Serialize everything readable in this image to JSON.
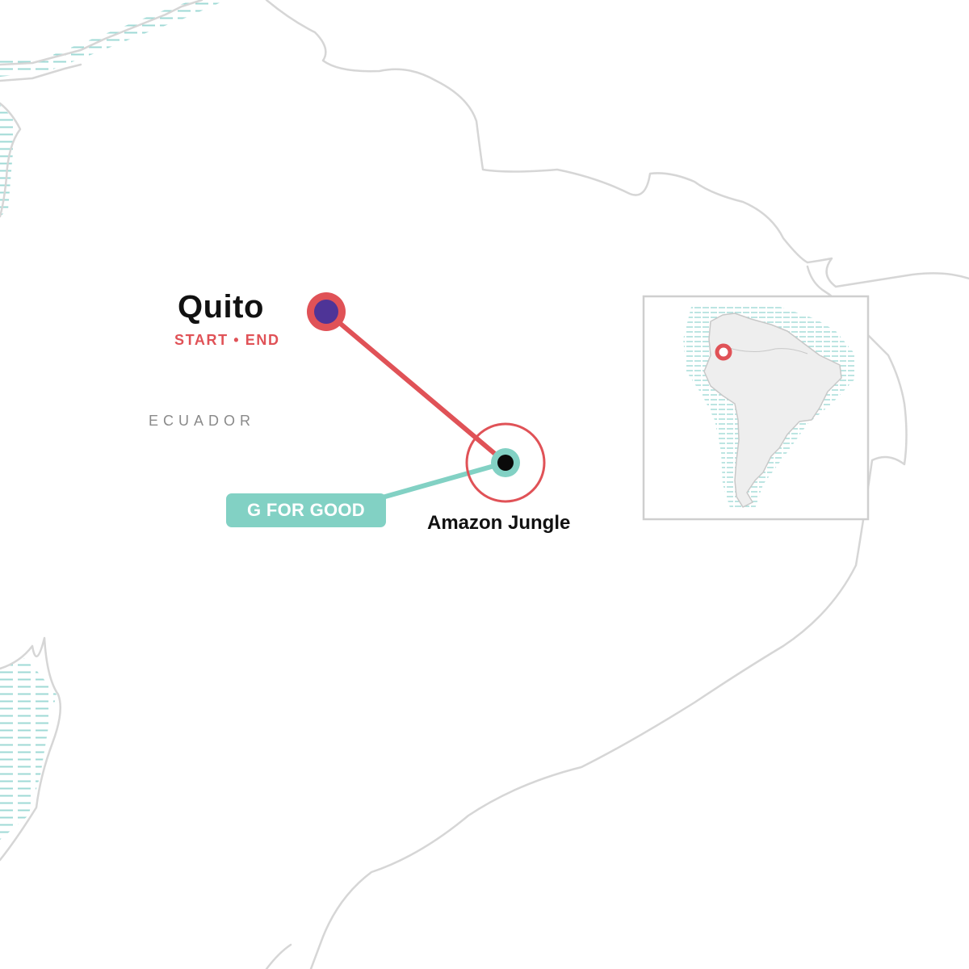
{
  "map": {
    "country_label": "ECUADOR",
    "colors": {
      "route": "#e05257",
      "start_marker_fill": "#4e3497",
      "g_for_good": "#82d1c4",
      "coastline": "#d6d6d6",
      "water_hatch": "#9fdad6",
      "continent_fill": "#eeeeee"
    }
  },
  "stops": {
    "start": {
      "name": "Quito",
      "tag_start": "START",
      "tag_separator": "•",
      "tag_end": "END"
    },
    "amazon": {
      "name": "Amazon Jungle"
    }
  },
  "badge": {
    "label": "G FOR GOOD"
  },
  "inset": {
    "region": "South America",
    "marker_icon": "location-ring-icon"
  }
}
